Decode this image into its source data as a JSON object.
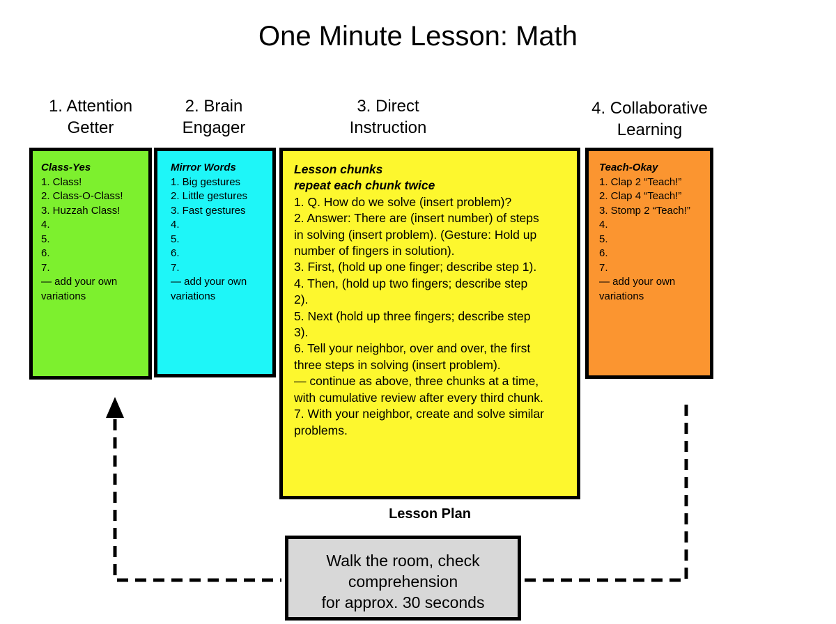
{
  "title": "One Minute Lesson: Math",
  "headings": {
    "attention": [
      "1. Attention",
      "Getter"
    ],
    "brain": [
      "2. Brain",
      "Engager"
    ],
    "direct": [
      "3. Direct",
      "Instruction"
    ],
    "collab": [
      "4. Collaborative",
      "Learning"
    ]
  },
  "attention_box": {
    "title": "Class-Yes",
    "items": [
      "1. Class!",
      "2. Class-O-Class!",
      "3. Huzzah Class!",
      "4.",
      "5.",
      "6.",
      "7.",
      "— add your own",
      "variations"
    ]
  },
  "brain_box": {
    "title": "Mirror Words",
    "items": [
      "1. Big gestures",
      "2. Little gestures",
      "3. Fast gestures",
      "4.",
      "5.",
      "6.",
      "7.",
      "— add your own",
      "variations"
    ]
  },
  "direct_box": {
    "title_lines": [
      "Lesson chunks",
      "repeat each chunk twice"
    ],
    "items": [
      "1. Q. How do we solve (insert problem)?",
      "2. Answer: There are (insert number) of steps",
      "in solving (insert problem). (Gesture: Hold up",
      "number of fingers in solution).",
      "3. First, (hold up one finger; describe step 1).",
      "4. Then, (hold up two fingers; describe step",
      "2).",
      "5. Next (hold up three fingers; describe step",
      "3).",
      "6. Tell your neighbor, over and over, the first",
      "three steps in solving (insert problem).",
      "— continue as above, three chunks at a time,",
      "with cumulative review after every third chunk.",
      "7. With your neighbor, create and solve similar",
      "problems."
    ]
  },
  "collab_box": {
    "title": "Teach-Okay",
    "items": [
      "1. Clap 2 “Teach!”",
      "2. Clap 4 “Teach!”",
      "3. Stomp 2 “Teach!”",
      "4.",
      "5.",
      "6.",
      "7.",
      "— add your own",
      "variations"
    ]
  },
  "lesson_plan_label": "Lesson Plan",
  "walk_box": {
    "lines": [
      "Walk the room, check",
      "comprehension",
      "for approx. 30 seconds"
    ]
  },
  "colors": {
    "attention": "#7df02e",
    "brain": "#1ef6f8",
    "direct": "#fdf72e",
    "collab": "#fb9530",
    "walk": "#d8d8d8"
  }
}
